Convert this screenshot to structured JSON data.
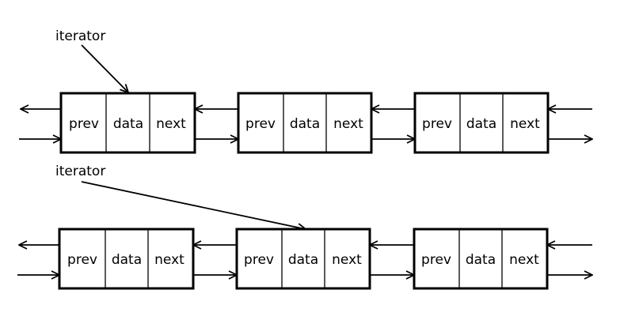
{
  "colors": {
    "ink": "#000000",
    "background": "#ffffff"
  },
  "rows": [
    {
      "iterator_label": "iterator",
      "pointed_node": 0,
      "nodes": [
        {
          "fields": [
            "prev",
            "data",
            "next"
          ]
        },
        {
          "fields": [
            "prev",
            "data",
            "next"
          ]
        },
        {
          "fields": [
            "prev",
            "data",
            "next"
          ]
        }
      ]
    },
    {
      "iterator_label": "iterator",
      "pointed_node": 1,
      "nodes": [
        {
          "fields": [
            "prev",
            "data",
            "next"
          ]
        },
        {
          "fields": [
            "prev",
            "data",
            "next"
          ]
        },
        {
          "fields": [
            "prev",
            "data",
            "next"
          ]
        }
      ]
    }
  ]
}
